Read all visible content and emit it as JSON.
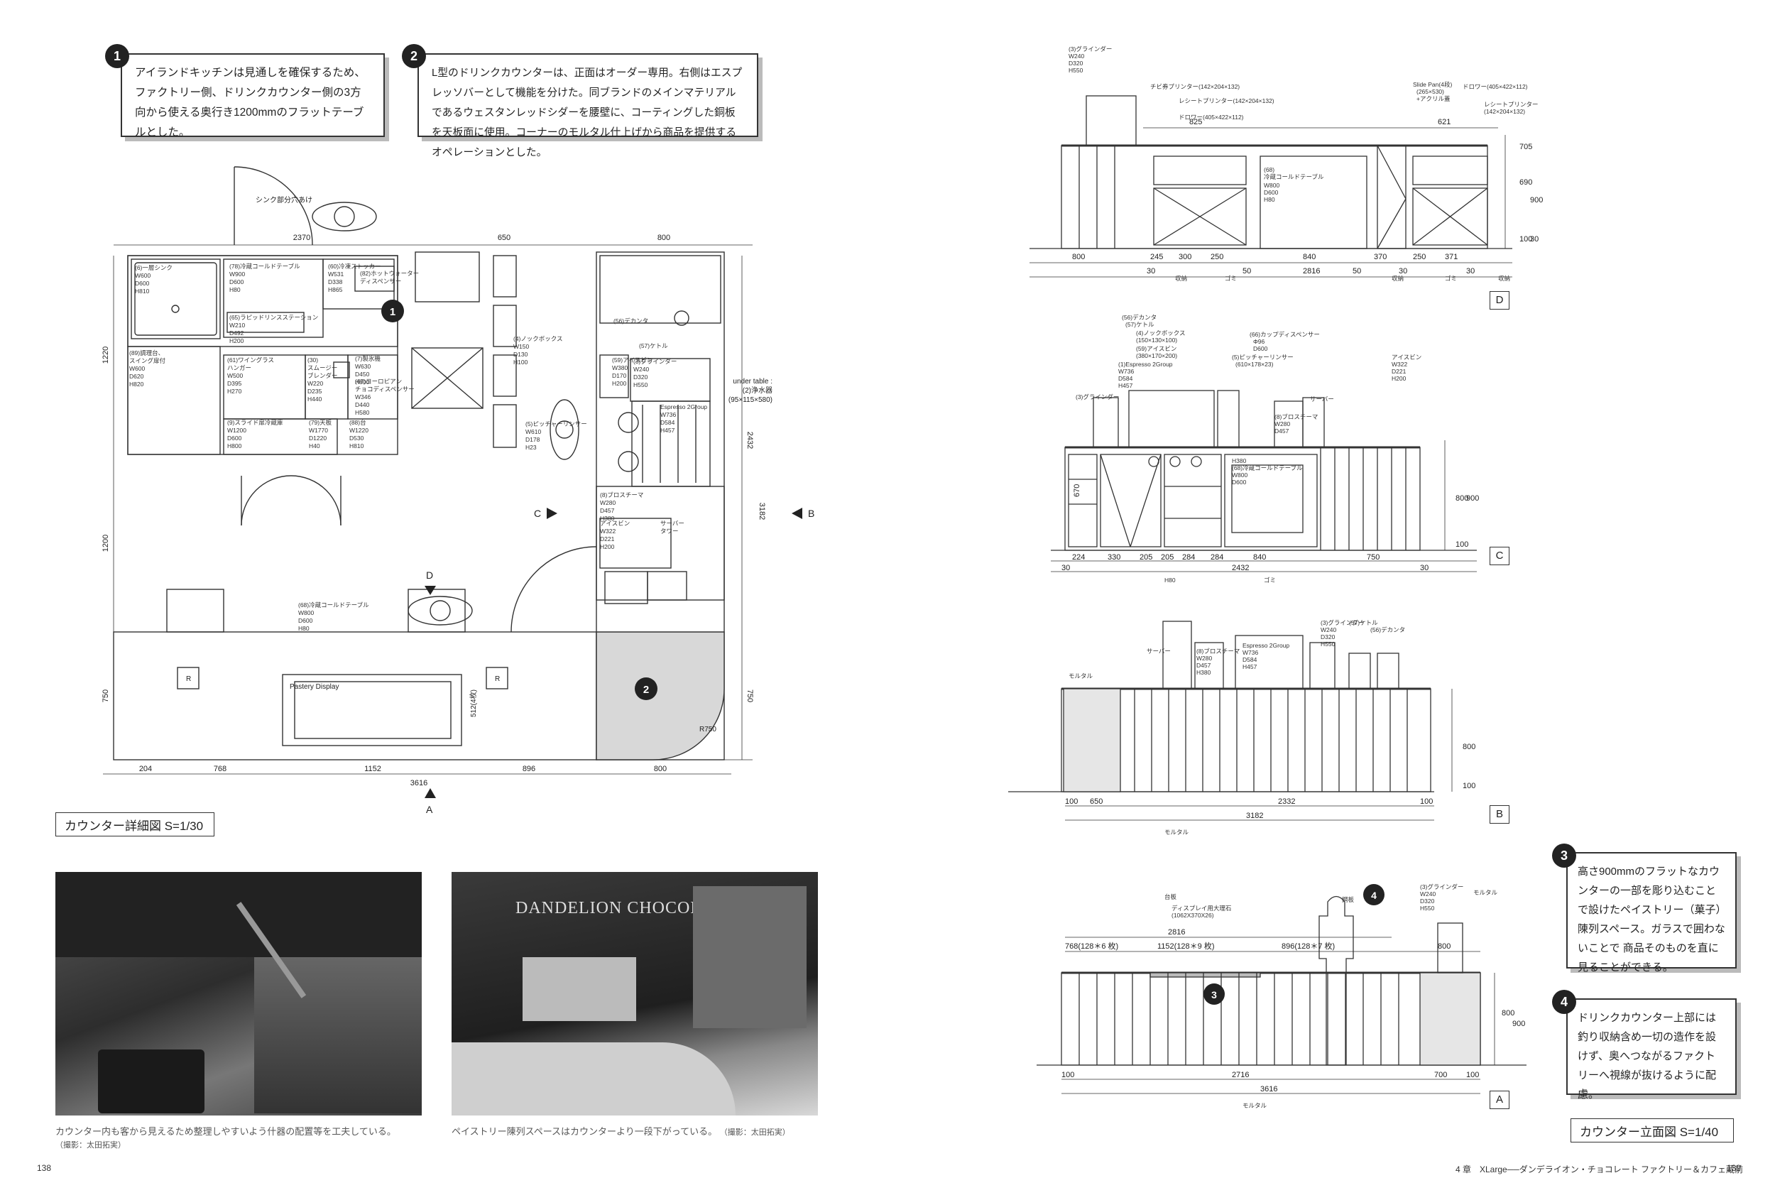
{
  "callouts": [
    {
      "num": "1",
      "text": "アイランドキッチンは見通しを確保するため、ファクトリー側、ドリンクカウンター側の3方向から使える奥行き1200mmのフラットテーブルとした。"
    },
    {
      "num": "2",
      "text": "L型のドリンクカウンターは、正面はオーダー専用。右側はエスプレッソバーとして機能を分けた。同ブランドのメインマテリアルであるウェスタンレッドシダーを腰壁に、コーティングした銅板を天板面に使用。コーナーのモルタル仕上げから商品を提供するオペレーションとした。"
    },
    {
      "num": "3",
      "text": "高さ900mmのフラットなカウンターの一部を彫り込むことで設けたペイストリー（菓子）陳列スペース。ガラスで囲わないことで 商品そのものを直に見ることができる。"
    },
    {
      "num": "4",
      "text": "ドリンクカウンター上部には釣り収納含め一切の造作を設けず、奥へつながるファクトリーへ視線が抜けるように配慮。"
    }
  ],
  "plan": {
    "title": "カウンター詳細図 S=1/30",
    "top_dims": [
      "2370",
      "650",
      "800"
    ],
    "bottom_dims": [
      "204",
      "768",
      "1152",
      "896",
      "800"
    ],
    "total_width": "3616",
    "left_dims": [
      "1220",
      "1200",
      "750"
    ],
    "right_dims": [
      "2432",
      "3182",
      "750"
    ],
    "sink_note": "シンク部分穴あけ",
    "under_table": "under table :",
    "under_table_2": "(2)浄水器",
    "under_table_3": "(95×115×580)",
    "pastry": "Pastery Display",
    "dim_512": "512(4枚)",
    "radius": "R750",
    "r_mark": "R",
    "view_a": "A",
    "view_b": "B",
    "view_c": "C",
    "view_d": "D",
    "equip": [
      {
        "t": "(6)一層シンク",
        "s": [
          "W600",
          "D600",
          "H810"
        ]
      },
      {
        "t": "(78)冷蔵コールドテーブル",
        "s": [
          "W900",
          "D600",
          "H80"
        ]
      },
      {
        "t": "(60)冷凍ストッカー",
        "s": [
          "W531",
          "D338",
          "H865"
        ]
      },
      {
        "t": "(82)ホットウォーター",
        "s": [
          "ディスペンサー"
        ]
      },
      {
        "t": "(65)ラピッドリンスステーション",
        "s": [
          "W210",
          "D492",
          "H200"
        ]
      },
      {
        "t": "(89)調理台、",
        "s": [
          "スイング扉付",
          "W600",
          "D620",
          "H820"
        ]
      },
      {
        "t": "(61)ワイングラス",
        "s": [
          "ハンガー",
          "W500",
          "D395",
          "H270"
        ]
      },
      {
        "t": "(30)",
        "s": [
          "スムージー",
          "ブレンダー",
          "W220",
          "D235",
          "H440"
        ]
      },
      {
        "t": "(7)製氷機",
        "s": [
          "W630",
          "D450",
          "H800"
        ]
      },
      {
        "t": "(67)ヨーロピアン",
        "s": [
          "チョコディスペンサー",
          "W346",
          "D440",
          "H580"
        ]
      },
      {
        "t": "(9)スライド扉冷蔵庫",
        "s": [
          "W1200",
          "D600",
          "H800"
        ]
      },
      {
        "t": "(79)天板",
        "s": [
          "W1770",
          "D1220",
          "H40"
        ]
      },
      {
        "t": "(88)台",
        "s": [
          "W1220",
          "D530",
          "H810"
        ]
      },
      {
        "t": "(4)ノックボックス",
        "s": [
          "W150",
          "D130",
          "H100"
        ]
      },
      {
        "t": "(56)デカンタ",
        "s": []
      },
      {
        "t": "(57)ケトル",
        "s": []
      },
      {
        "t": "(59)アイスビン",
        "s": [
          "W380",
          "D170",
          "H200"
        ]
      },
      {
        "t": "(3)グラインダー",
        "s": [
          "W240",
          "D320",
          "H550"
        ]
      },
      {
        "t": "Espresso 2Group",
        "s": [
          "W736",
          "D584",
          "H457"
        ]
      },
      {
        "t": "(5)ピッチャーリンサー",
        "s": [
          "W610",
          "D178",
          "H23"
        ]
      },
      {
        "t": "(8)ブロスチーマ",
        "s": [
          "W280",
          "D457",
          "H380"
        ]
      },
      {
        "t": "アイスビン",
        "s": [
          "W322",
          "D221",
          "H200"
        ]
      },
      {
        "t": "サーバー",
        "s": [
          "タワー"
        ]
      },
      {
        "t": "(68)冷蔵コールドテーブル",
        "s": [
          "W800",
          "D600",
          "H80"
        ]
      }
    ]
  },
  "photos": [
    {
      "caption": "カウンター内も客から見えるため整理しやすいよう什器の配置等を工夫している。",
      "credit": "（撮影：太田拓実）",
      "sign": ""
    },
    {
      "caption": "ペイストリー陳列スペースはカウンターより一段下がっている。",
      "credit": "（撮影：太田拓実）",
      "sign": "DANDELION CHOCOLATE"
    }
  ],
  "elevations": {
    "title": "カウンター立面図 S=1/40",
    "d": {
      "letter": "D",
      "dims": [
        "800",
        "245",
        "300",
        "250",
        "50",
        "840",
        "50",
        "370",
        "250",
        "371"
      ],
      "sub": [
        "30",
        "2816",
        "30",
        "30"
      ],
      "top": [
        "825",
        "621"
      ],
      "right": [
        "705",
        "690",
        "900",
        "100",
        "30"
      ],
      "labels": [
        "(3)グラインダー",
        "W240",
        "D320",
        "H550",
        "チビ券プリンター(142×204×132)",
        "レシートプリンター(142×204×132)",
        "ドロワー(405×422×112)",
        "Slide Pan(4段)",
        "(265×530)",
        "+アクリル蓋",
        "ドロワー(405×422×112)",
        "レシートプリンター",
        "(142×204×132)",
        "(68)",
        "冷蔵コールドテーブル",
        "W800",
        "D600",
        "H80",
        "収納",
        "ゴミ",
        "収納",
        "ゴミ",
        "収納"
      ]
    },
    "c": {
      "letter": "C",
      "dims": [
        "224",
        "330",
        "205",
        "205",
        "284",
        "284",
        "840",
        "750"
      ],
      "sub": [
        "30",
        "2432",
        "30"
      ],
      "right": [
        "670",
        "800",
        "900",
        "100"
      ],
      "labels": [
        "(56)デカンタ",
        "(57)ケトル",
        "(4)ノックボックス",
        "(150×130×100)",
        "(59)アイスビン",
        "(380×170×200)",
        "(1)Espresso 2Group",
        "W736",
        "D584",
        "H457",
        "(66)カップディスペンサー",
        "Φ96",
        "D600",
        "(5)ピッチャーリンサー",
        "(610×178×23)",
        "アイスビン",
        "W322",
        "D221",
        "H200",
        "サーバー",
        "(3)グラインダー",
        "(8)ブロスチーマ",
        "W280",
        "D457",
        "H380",
        "(68)冷蔵コールドテーブル",
        "W800",
        "D600",
        "H80",
        "ゴミ",
        "under table(2)浄水器(95×115×580)"
      ]
    },
    "b": {
      "letter": "B",
      "dims": [
        "100",
        "650",
        "2332",
        "100"
      ],
      "sub": [
        "3182"
      ],
      "right": [
        "800",
        "100"
      ],
      "labels": [
        "モルタル",
        "サーバー",
        "(8)ブロスチーマ",
        "W280",
        "D457",
        "H380",
        "Espresso 2Group",
        "W736",
        "D584",
        "H457",
        "(3)グラインダー",
        "W240",
        "D320",
        "H550",
        "(57)ケトル",
        "(56)デカンタ",
        "モルタル"
      ]
    },
    "a": {
      "letter": "A",
      "dims": [
        "100",
        "2716",
        "700",
        "100"
      ],
      "sub": [
        "3616"
      ],
      "top": [
        "2816",
        "768(128＊6 枚)",
        "1152(128＊9 枚)",
        "896(128＊7 枚)",
        "800"
      ],
      "right": [
        "800",
        "900"
      ],
      "labels": [
        "台板",
        "ディスプレイ用大理石",
        "(1062X370X26)",
        "鋼板",
        "(3)グラインダー",
        "W240",
        "D320",
        "H550",
        "モルタル",
        "モルタル"
      ]
    }
  },
  "footer": {
    "left_page": "138",
    "right_page": "139",
    "chapter": "4 章　XLarge──ダンデライオン・チョコレート ファクトリー＆カフェ蔵前"
  }
}
